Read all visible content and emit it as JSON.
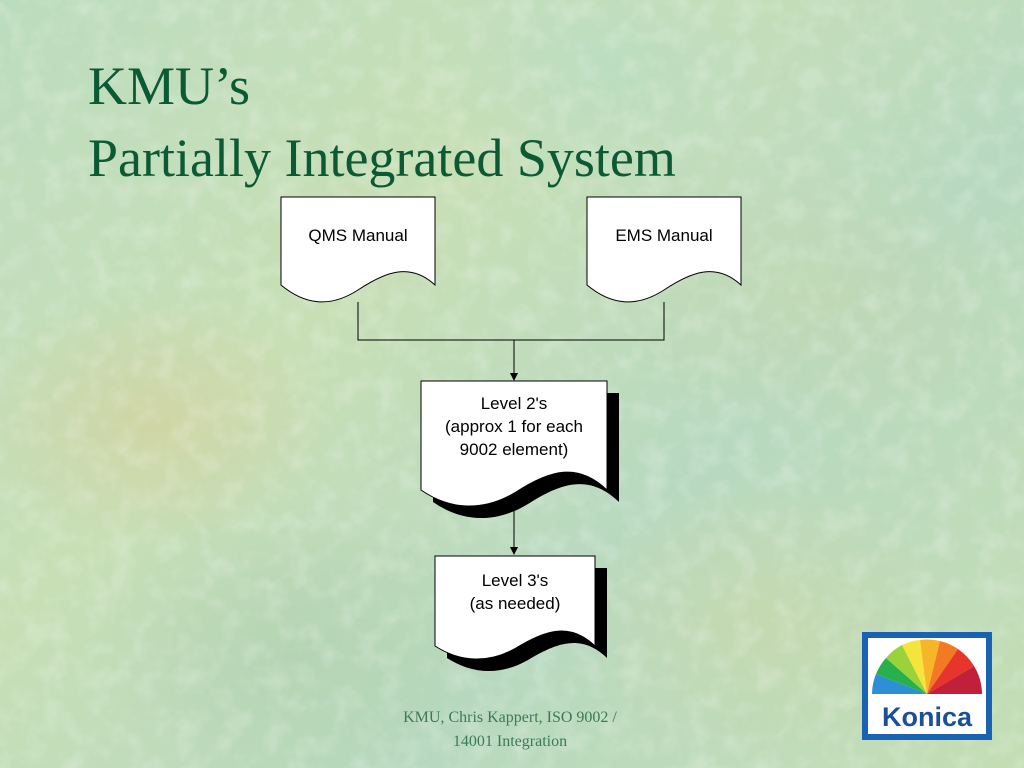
{
  "title": {
    "line1": "KMU’s",
    "line2": "Partially Integrated System"
  },
  "diagram": {
    "qms_manual": "QMS Manual",
    "ems_manual": "EMS Manual",
    "level2": {
      "line1": "Level 2's",
      "line2": "(approx 1 for each",
      "line3": "9002 element)"
    },
    "level3": {
      "line1": "Level 3's",
      "line2": "(as needed)"
    }
  },
  "footer": {
    "line1": "KMU, Chris Kappert, ISO 9002 /",
    "line2": "14001 Integration"
  },
  "logo": {
    "text": "Konica",
    "colors": {
      "background": "#1a63b4",
      "text": "#1a4f9a"
    }
  },
  "colors": {
    "title": "#0b5a33",
    "footer": "#3c7a57"
  }
}
